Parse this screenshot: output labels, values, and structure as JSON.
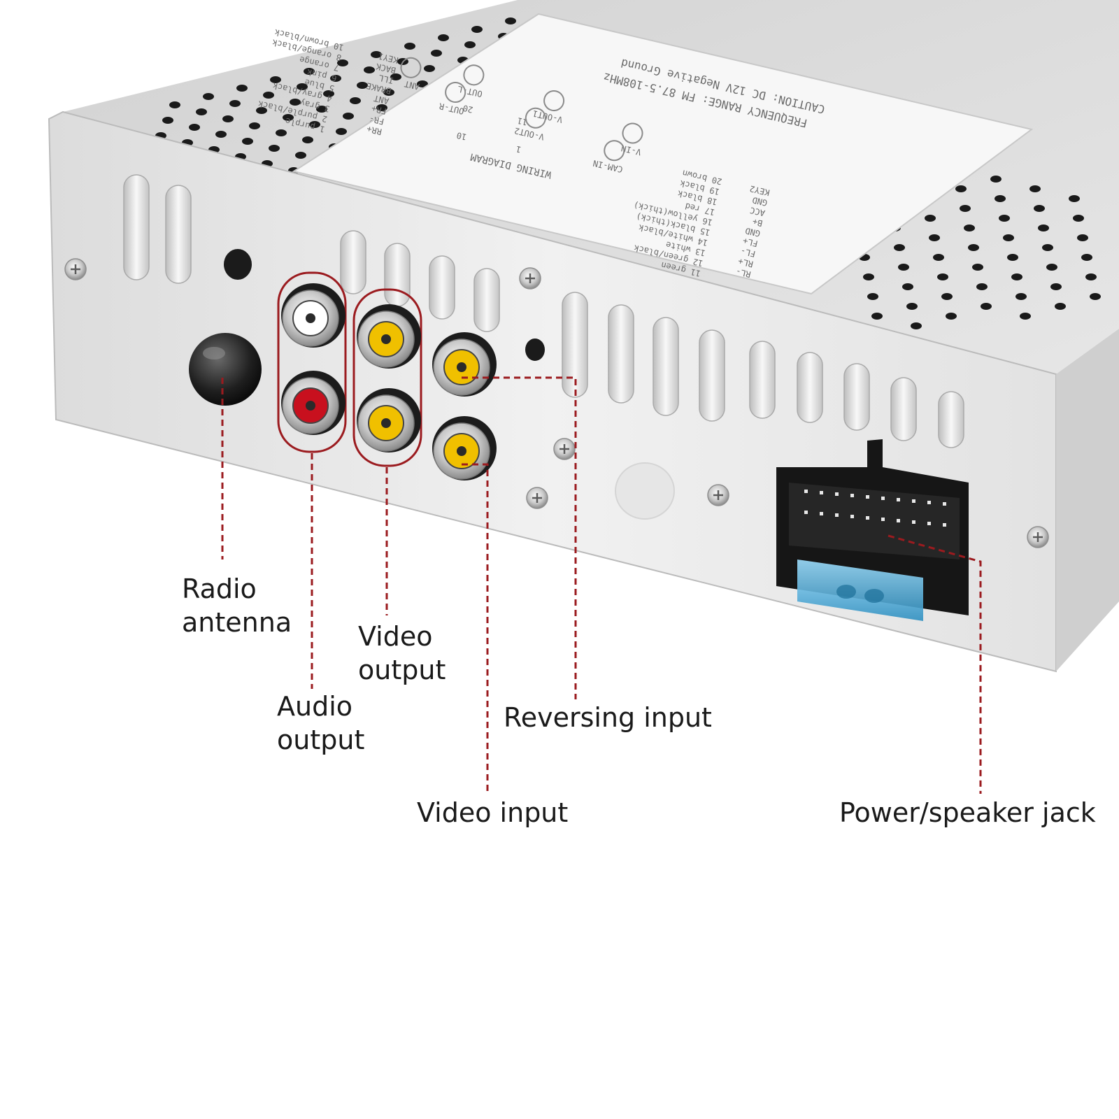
{
  "colors": {
    "callout_line": "#9b1b1f",
    "audio_left": "#ffffff",
    "audio_right": "#c8101e",
    "video": "#f0c000",
    "fuse": "#4fb7e6",
    "chassis": "#e9e9e9"
  },
  "labels": {
    "radio_antenna": {
      "line1": "Radio",
      "line2": "antenna"
    },
    "audio_output": {
      "line1": "Audio",
      "line2": "output"
    },
    "video_output": {
      "line1": "Video",
      "line2": "output"
    },
    "reversing_input": "Reversing input",
    "video_input": "Video input",
    "power_speaker_jack": "Power/speaker jack"
  },
  "sticker": {
    "caution": "CAUTION: DC 12V Negative Ground",
    "frequency": "FREQUENCY RANGE: FM 87.5-108MHz",
    "wiring_title": "WIRING DIAGRAM",
    "pin_1": "1",
    "pin_10": "10",
    "pin_11": "11",
    "pin_20": "20",
    "ports": [
      "ANT",
      "OUT-L",
      "OUT-R",
      "V-OUT1",
      "V-OUT2",
      "V-IN",
      "CAM-IN"
    ],
    "wires_left": [
      "1 purple",
      "2 purple/black",
      "3 gray",
      "4 gray/black",
      "5 blue",
      "6 pink",
      "7 orange",
      "8 orange/black",
      "10 brown/black"
    ],
    "wire_functions_left": [
      "RR+",
      "FR-",
      "FR+",
      "ANT",
      "BRAKE",
      "ILL",
      "BACK",
      "KEY1"
    ],
    "wires_right": [
      "11 green",
      "12 green/black",
      "13 white",
      "14 white/black",
      "15 black(thick)",
      "16 yellow(thick)",
      "17 red",
      "18 black",
      "19 black",
      "20 brown"
    ],
    "wire_functions_right": [
      "RL-",
      "RL+",
      "FL-",
      "FL+",
      "GND",
      "B+",
      "ACC",
      "GND",
      "KEY2"
    ]
  }
}
